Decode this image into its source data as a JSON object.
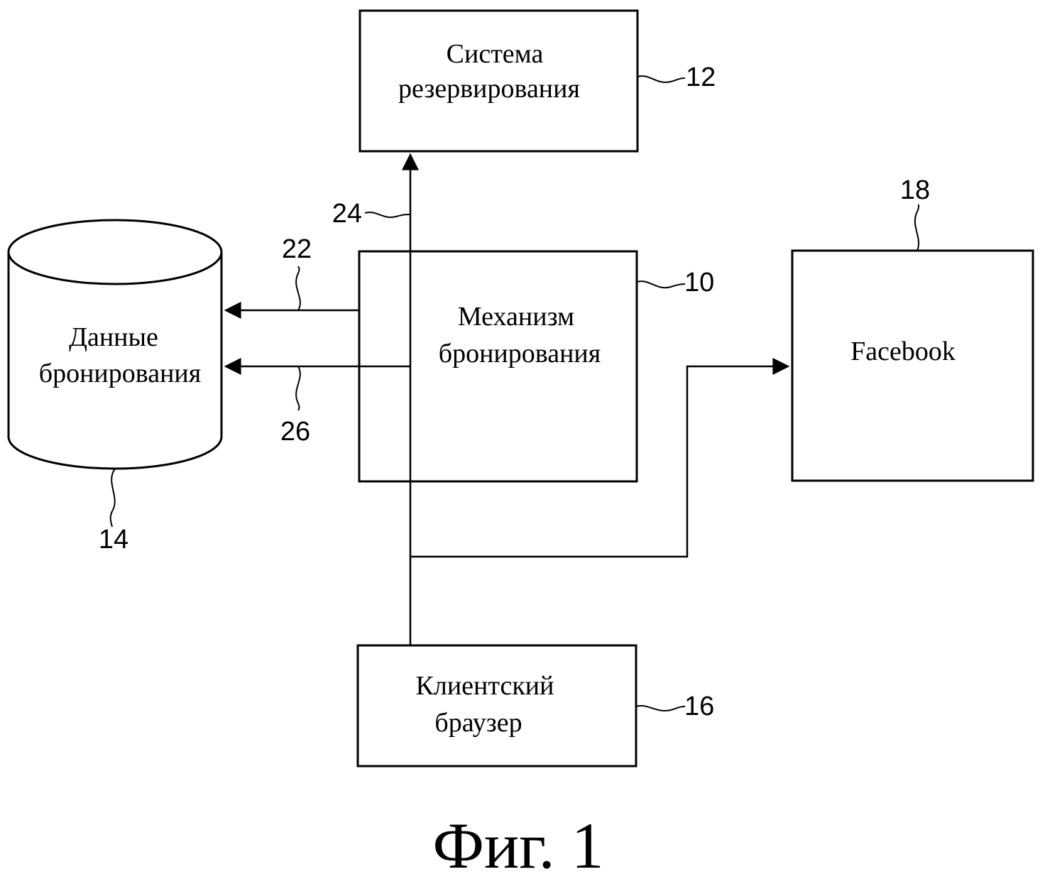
{
  "blocks": {
    "reservation_system": {
      "line1": "Система",
      "line2": "резервирования",
      "ref": "12"
    },
    "booking_engine": {
      "line1": "Механизм",
      "line2": "бронирования",
      "ref": "10"
    },
    "booking_data": {
      "line1": "Данные",
      "line2": "бронирования",
      "ref": "14"
    },
    "facebook": {
      "label": "Facebook",
      "ref": "18"
    },
    "client_browser": {
      "line1": "Клиентский",
      "line2": "браузер",
      "ref": "16"
    }
  },
  "connections": {
    "c22": {
      "ref": "22"
    },
    "c24": {
      "ref": "24"
    },
    "c26": {
      "ref": "26"
    }
  },
  "caption": "Фиг. 1"
}
